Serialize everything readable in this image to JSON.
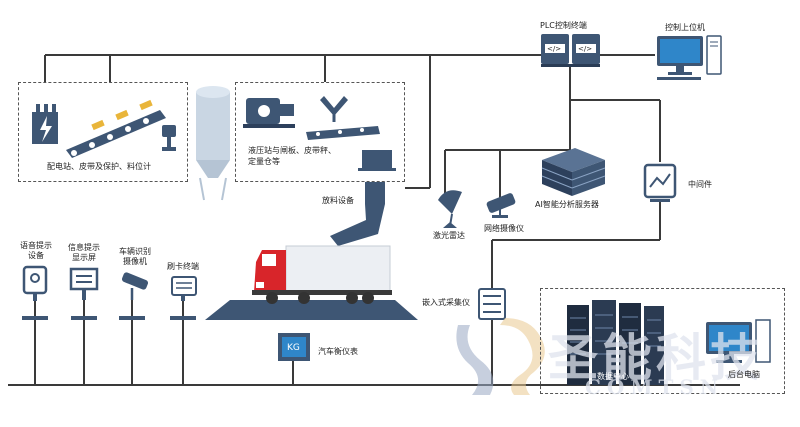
{
  "plc": {
    "label": "PLC控制终端",
    "port_label": "</>"
  },
  "upper_pc": {
    "label": "控制上位机"
  },
  "ai_server": {
    "label": "AI智能分析服务器"
  },
  "middleware": {
    "label": "中间件"
  },
  "radar": {
    "label": "激光雷达"
  },
  "network_camera": {
    "label": "网络摄像仪"
  },
  "embedded_collector": {
    "label": "嵌入式采集仪"
  },
  "truck_scale_meter": {
    "label": "汽车衡仪表",
    "screen_text": "KG"
  },
  "discharge": {
    "label": "放料设备"
  },
  "left_box": {
    "label": "配电站、皮带及保护、料位计"
  },
  "right_box": {
    "label_line1": "液压站与闸板、皮带秤、",
    "label_line2": "定量仓等"
  },
  "left_devices": [
    {
      "line1": "语音提示",
      "line2": "设备"
    },
    {
      "line1": "信息提示",
      "line2": "显示屏"
    },
    {
      "line1": "车辆识别",
      "line2": "摄像机"
    },
    {
      "line1": "刷卡终端",
      "line2": ""
    }
  ],
  "datacenter": {
    "label": "数据中心",
    "pc_label": "后台电脑"
  },
  "watermark": {
    "text": "圣能科技",
    "sub": "COMTSN"
  },
  "colors": {
    "navy": "#3e5674",
    "line": "#3a3a3a",
    "accent_blue": "#2f86c9",
    "truck_red": "#d8252a"
  }
}
